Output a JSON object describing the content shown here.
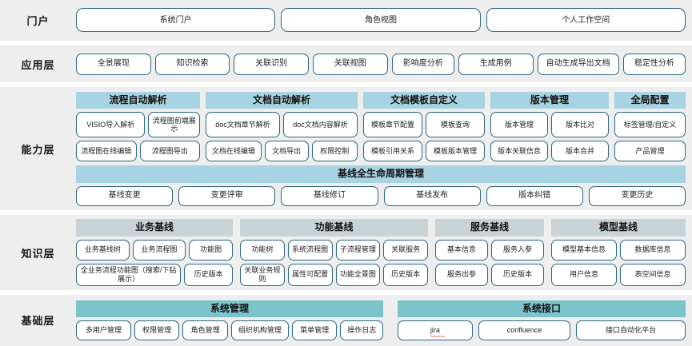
{
  "colors": {
    "band_bg": "#eeeeee",
    "pill_border": "#2d6680",
    "header_blue": "#a8d3e2",
    "header_gray": "#c7d3d6",
    "header_teal": "#7cc3cb",
    "page_bg": "#ffffff"
  },
  "layers": [
    {
      "label": "门户",
      "items": [
        "系统门户",
        "角色视图",
        "个人工作空间"
      ]
    },
    {
      "label": "应用层",
      "items": [
        "全景展现",
        "知识检索",
        "关联识别",
        "关联视图",
        "影响度分析",
        "生成用例",
        "自动生成导出文档",
        "稳定性分析"
      ]
    },
    {
      "label": "能力层",
      "groups": [
        {
          "title": "流程自动解析",
          "rows": [
            [
              "VISIO导入解析",
              "流程图前端展示"
            ],
            [
              "流程图在线编辑",
              "流程图导出"
            ]
          ]
        },
        {
          "title": "文档自动解析",
          "rows": [
            [
              "doc文档章节解析",
              "doc文档内容解析"
            ],
            [
              "文档在线编辑",
              "文档导出",
              "权限控制"
            ]
          ]
        },
        {
          "title": "文档模板自定义",
          "rows": [
            [
              "模板章节配置",
              "模板查询"
            ],
            [
              "模板引用关系",
              "模板版本管理"
            ]
          ]
        },
        {
          "title": "版本管理",
          "rows": [
            [
              "版本管理",
              "版本比对"
            ],
            [
              "版本关联信息",
              "版本合并"
            ]
          ]
        },
        {
          "title": "全局配置",
          "rows": [
            [
              "标签管理/自定义"
            ],
            [
              "产品管理"
            ]
          ]
        }
      ],
      "lifecycle": {
        "title": "基线全生命周期管理",
        "items": [
          "基线变更",
          "变更评审",
          "基线修订",
          "基线发布",
          "版本纠错",
          "变更历史"
        ]
      }
    },
    {
      "label": "知识层",
      "groups": [
        {
          "title": "业务基线",
          "rows": [
            [
              "业务基线树",
              "业务流程图",
              "功能图"
            ],
            [
              "全业务流程功能图（搜索/下钻展示）",
              "历史版本"
            ]
          ]
        },
        {
          "title": "功能基线",
          "rows": [
            [
              "功能树",
              "系统流程图",
              "子流程管理",
              "关联服务"
            ],
            [
              "关联业务规则",
              "属性可配置",
              "功能全景图",
              "历史版本"
            ]
          ]
        },
        {
          "title": "服务基线",
          "rows": [
            [
              "基本信息",
              "服务入参"
            ],
            [
              "服务出参",
              "历史版本"
            ]
          ]
        },
        {
          "title": "模型基线",
          "rows": [
            [
              "模型基本信息",
              "数据库信息"
            ],
            [
              "用户信息",
              "表空间信息"
            ]
          ]
        }
      ]
    },
    {
      "label": "基础层",
      "groups": [
        {
          "title": "系统管理",
          "rows": [
            [
              "多用户管理",
              "权限管理",
              "角色管理",
              "组织机构管理",
              "菜单管理",
              "操作日志"
            ]
          ]
        },
        {
          "title": "系统接口",
          "rows": [
            [
              "jira",
              "confluence",
              "接口自动化平台"
            ]
          ]
        }
      ]
    }
  ]
}
